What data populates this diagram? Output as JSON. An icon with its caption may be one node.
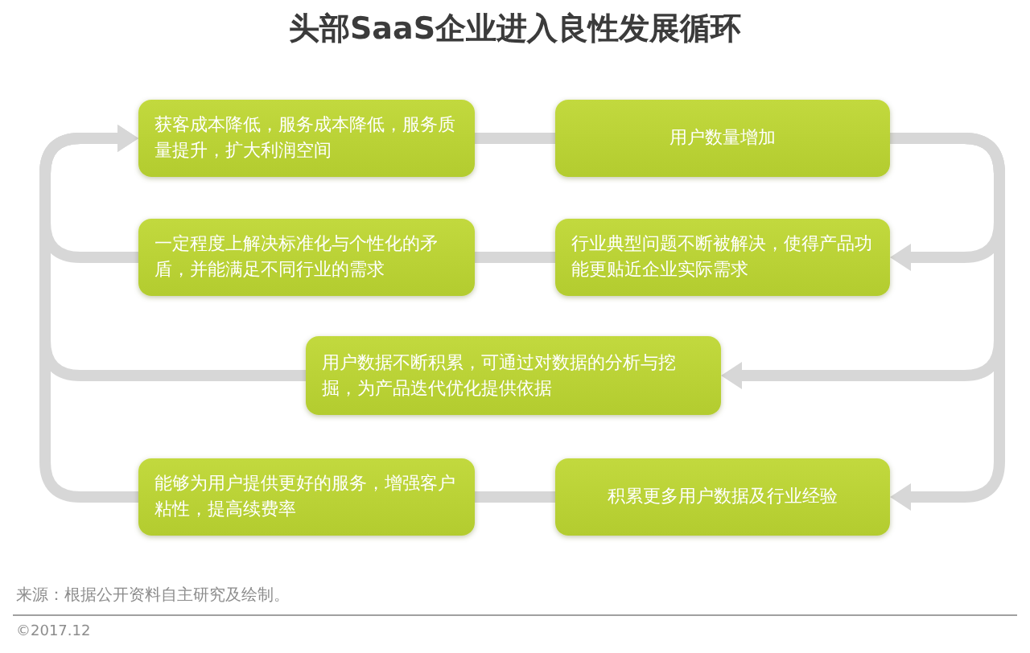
{
  "diagram": {
    "title": "头部SaaS企业进入良性发展循环",
    "nodes": [
      {
        "text": [
          "获客成本降低，服务成本降低，服务质量提升，扩大利润空间"
        ]
      },
      {
        "text": [
          "用户数量增加"
        ]
      },
      {
        "text": [
          "一定程度上解决标准化与个性化的矛盾，并能满足不同行业的需求"
        ]
      },
      {
        "text": [
          "行业典型问题不断被解决，使得产品功能更贴近企业实际需求"
        ]
      },
      {
        "text": [
          "用户数据不断积累，可通过对数据的分析与挖掘，为产品迭代优化提供依据"
        ]
      },
      {
        "text": [
          "能够为用户提供更好的服务，增强客户粘性，提高续费率"
        ]
      },
      {
        "text": [
          "积累更多用户数据及行业经验"
        ]
      }
    ],
    "edges": [
      {
        "from": 0,
        "to": 1,
        "arrow": "none"
      },
      {
        "from": 1,
        "to": 3,
        "arrow": "to"
      },
      {
        "from": 1,
        "to": 4,
        "arrow": "to"
      },
      {
        "from": 1,
        "to": 6,
        "arrow": "to"
      },
      {
        "from": 3,
        "to": 2,
        "arrow": "none"
      },
      {
        "from": 6,
        "to": 5,
        "arrow": "none"
      },
      {
        "from": 2,
        "to": 0,
        "arrow": "to"
      },
      {
        "from": 4,
        "to": 0,
        "arrow": "to"
      },
      {
        "from": 5,
        "to": 0,
        "arrow": "to"
      }
    ],
    "labels": [
      "来源：根据公开资料自主研究及绘制。",
      "©2017.12"
    ]
  }
}
